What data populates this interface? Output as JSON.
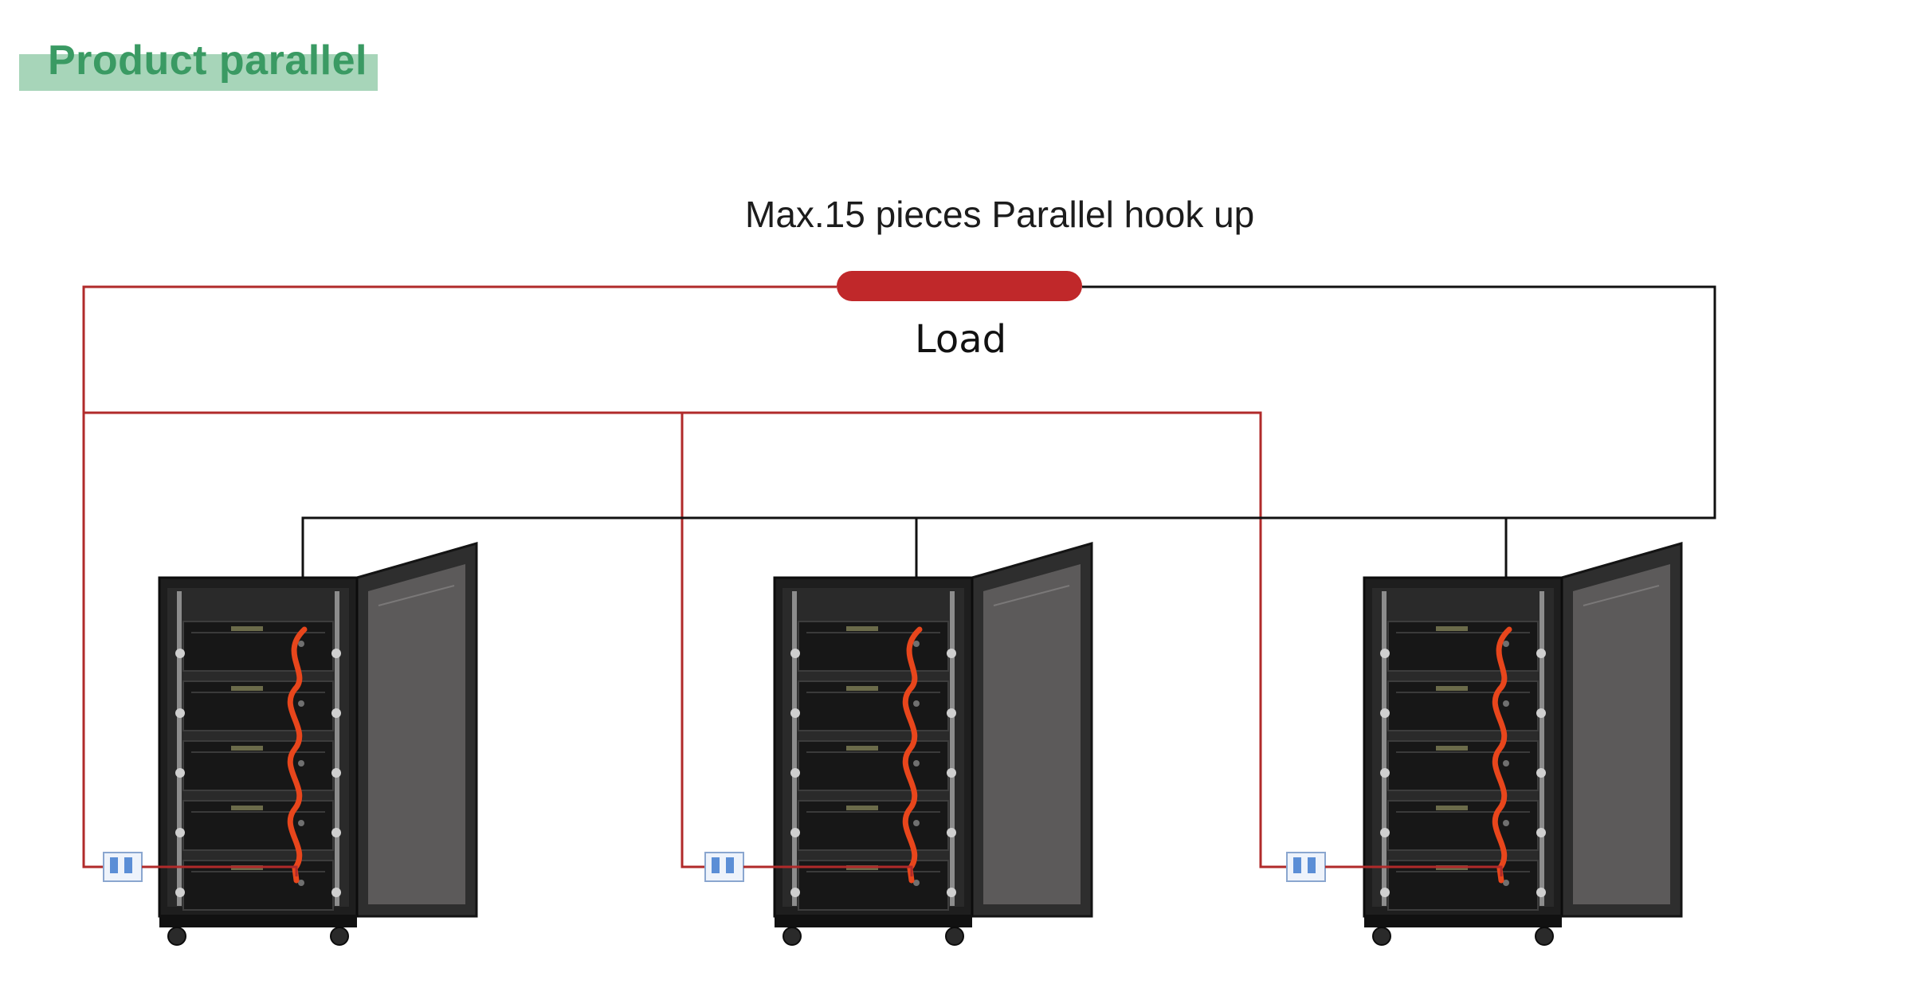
{
  "section_title": "Product parallel",
  "headline": "Max.15 pieces Parallel hook up",
  "load_label": "Load",
  "colors": {
    "title_band": "#a7d5b9",
    "title_text": "#3a9a63",
    "positive_wire": "#b02a2a",
    "negative_wire": "#111111",
    "load_bar": "#c0282a",
    "cabinet": "#1e1e1e",
    "battery_cable": "#e8461c",
    "breaker": "#5b8ed6"
  },
  "cabinets": [
    {
      "id": "cabinet-1",
      "modules": 5
    },
    {
      "id": "cabinet-2",
      "modules": 5
    },
    {
      "id": "cabinet-3",
      "modules": 5
    }
  ]
}
